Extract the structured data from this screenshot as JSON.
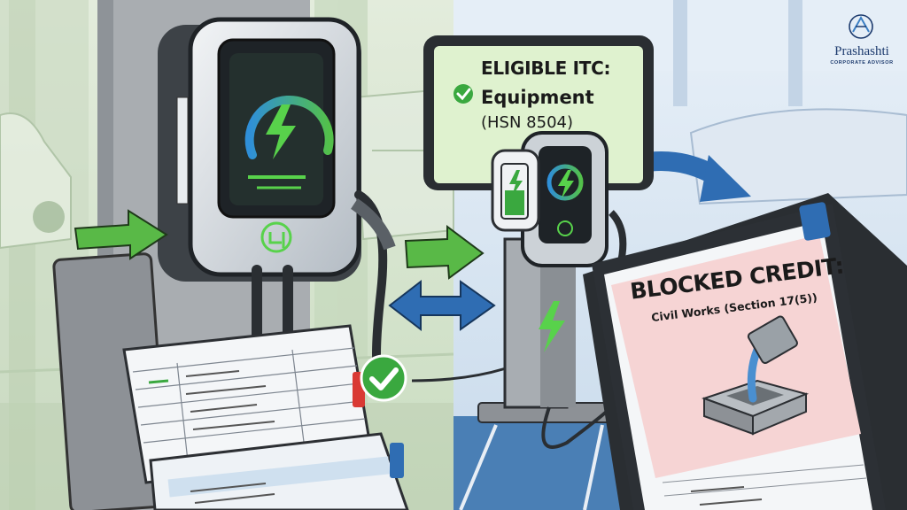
{
  "brand": {
    "name": "Prashashti",
    "tagline": "CORPORATE ADVISOR"
  },
  "eligible_panel": {
    "title": "ELIGIBLE ITC:",
    "item": "Equipment",
    "code": "(HSN 8504)",
    "status": "eligible"
  },
  "blocked_panel": {
    "title": "BLOCKED CREDIT:",
    "item": "Civil Works (Section 17(5))",
    "status": "blocked"
  },
  "colors": {
    "eligible": "#3aa83f",
    "blocked": "#d93a34",
    "arrow_blue": "#2f6db3",
    "arrow_green": "#59b947",
    "bg_left": "#dbe8d3",
    "bg_right": "#d9e6f2",
    "blocked_panel": "#f6d4d4",
    "eligible_panel": "#dff2cf"
  },
  "icons": [
    "lightning-icon",
    "check-icon",
    "cross-icon",
    "battery-icon",
    "concrete-pour-icon",
    "brand-logo-icon"
  ]
}
